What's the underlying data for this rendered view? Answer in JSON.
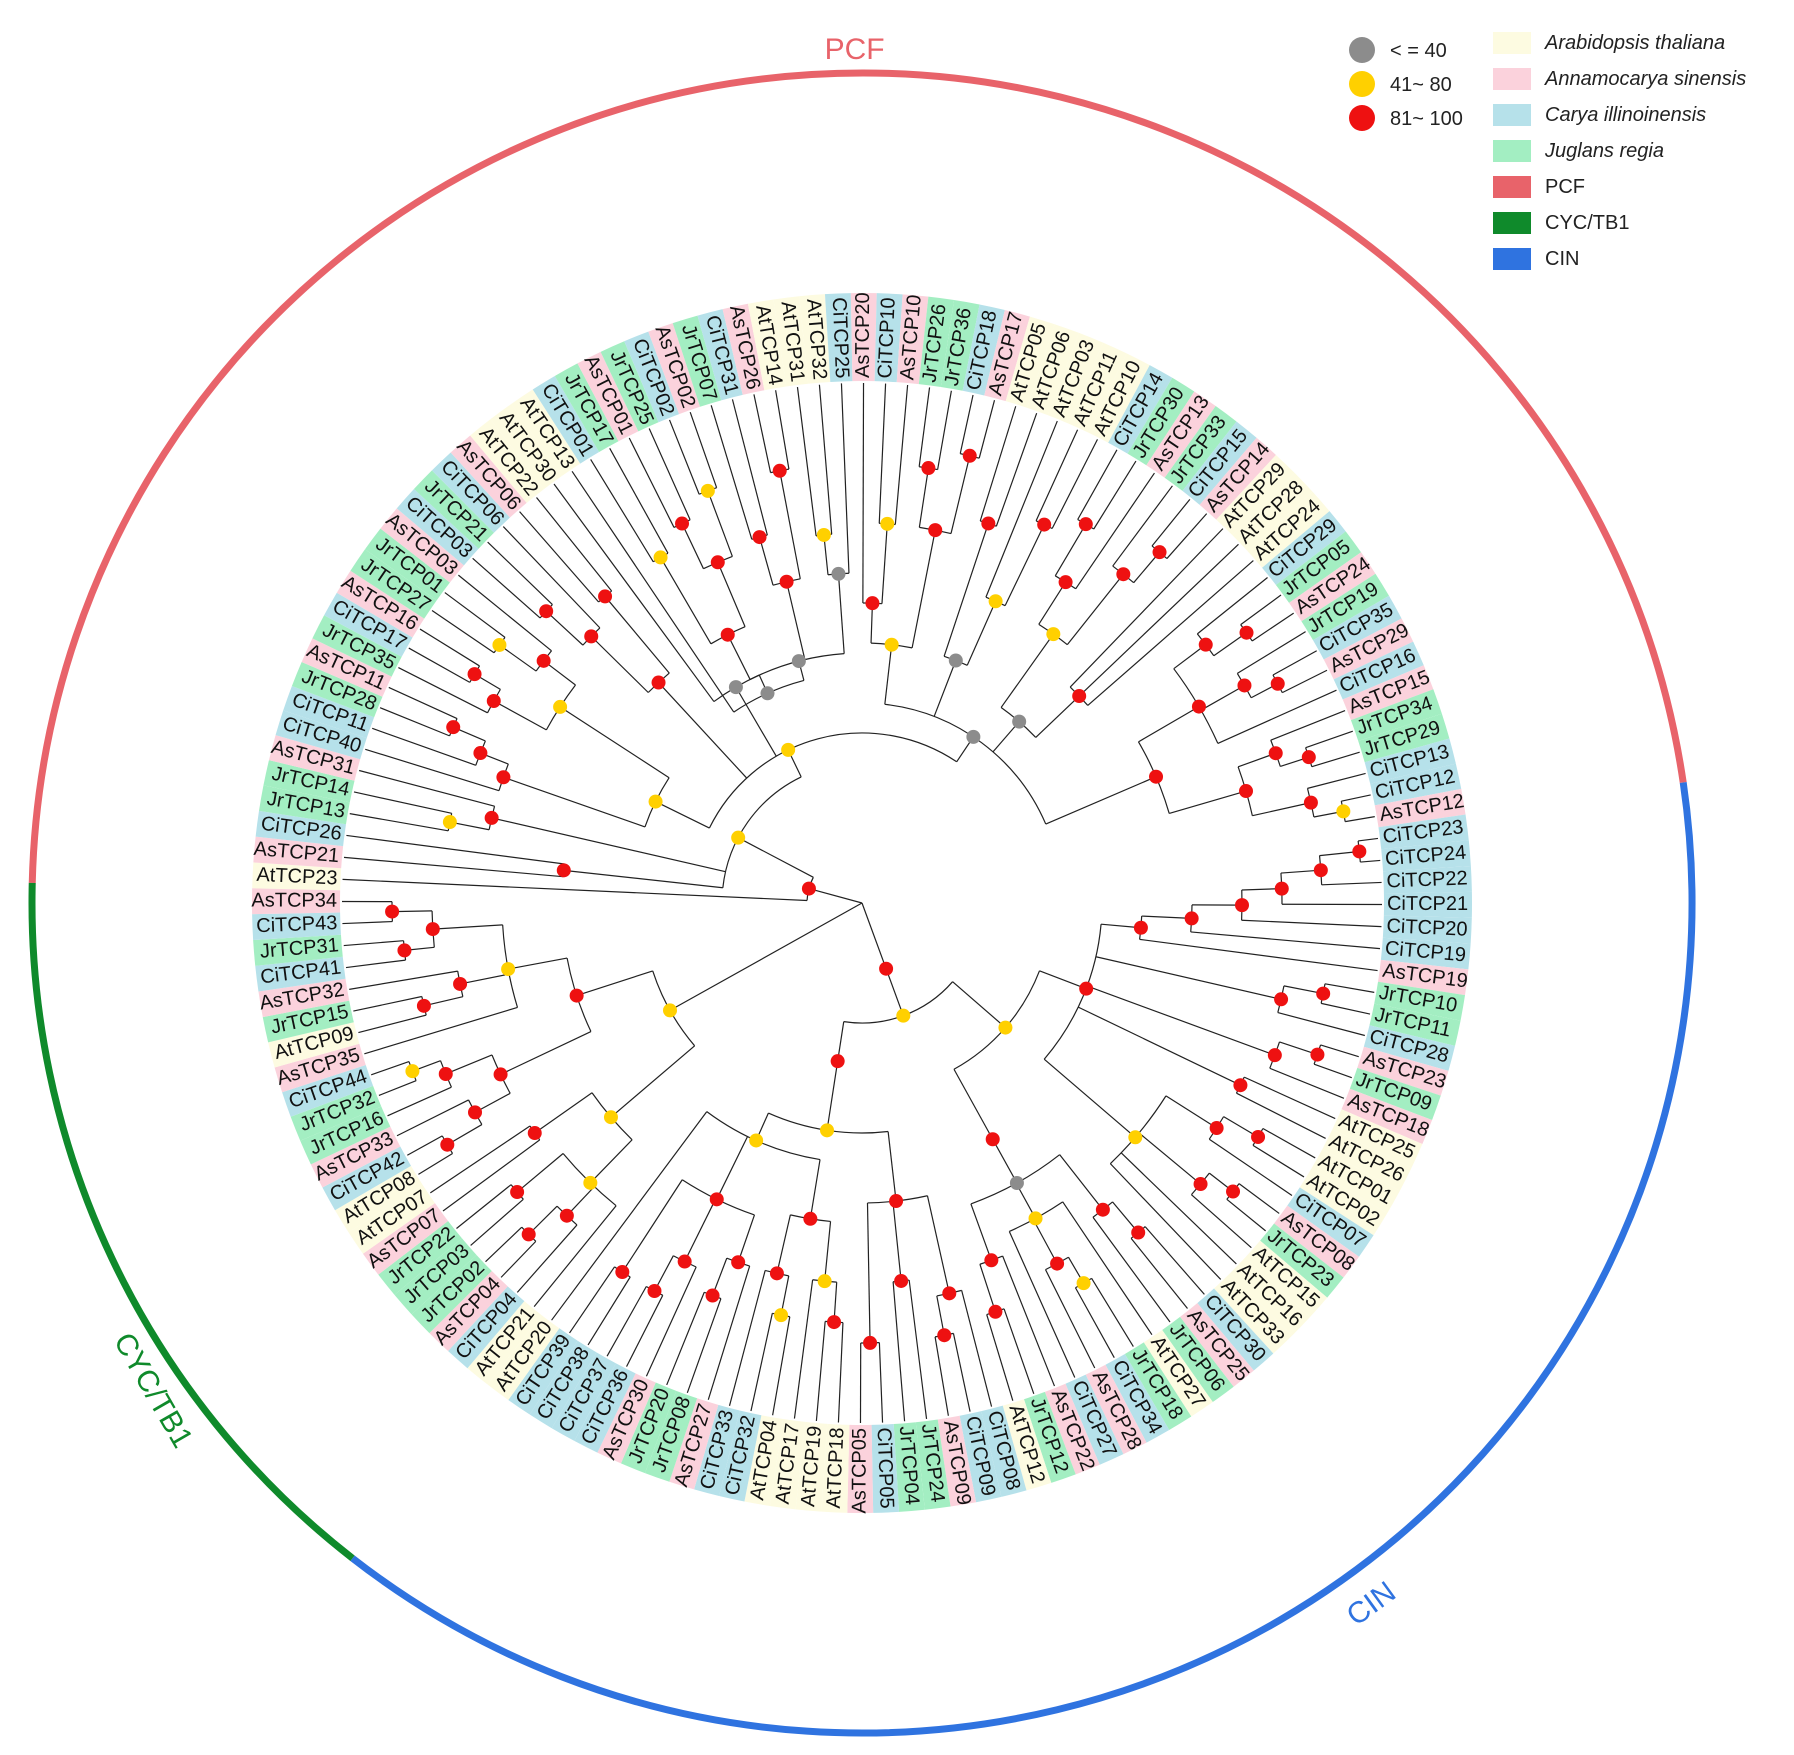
{
  "bootstrap_legend": [
    {
      "label": "< = 40",
      "color": "#8c8c8c"
    },
    {
      "label": "41~ 80",
      "color": "#ffd000"
    },
    {
      "label": "81~ 100",
      "color": "#ee1111"
    }
  ],
  "species_legend": [
    {
      "key": "At",
      "label": "Arabidopsis thaliana",
      "color": "#fdfbe1",
      "italic": true
    },
    {
      "key": "As",
      "label": "Annamocarya sinensis",
      "color": "#fbd2dc",
      "italic": true
    },
    {
      "key": "Ci",
      "label": "Carya illinoinensis",
      "color": "#b6e1ea",
      "italic": true
    },
    {
      "key": "Jr",
      "label": "Juglans regia",
      "color": "#a3eec2",
      "italic": true
    }
  ],
  "group_legend": [
    {
      "key": "PCF",
      "label": "PCF",
      "color": "#e8636a"
    },
    {
      "key": "CYC",
      "label": "CYC/TB1",
      "color": "#0f8a2b"
    },
    {
      "key": "CIN",
      "label": "CIN",
      "color": "#2f73e0"
    }
  ],
  "groups": [
    {
      "label": "PCF",
      "color": "#e8636a"
    },
    {
      "label": "CYC/TB1",
      "color": "#0f8a2b"
    },
    {
      "label": "CIN",
      "color": "#2f73e0"
    }
  ],
  "leaves": [
    "AtTCP23",
    "AsTCP21",
    "CiTCP26",
    "JrTCP13",
    "JrTCP14",
    "AsTCP31",
    "CiTCP40",
    "CiTCP11",
    "JrTCP28",
    "AsTCP11",
    "JrTCP35",
    "CiTCP17",
    "AsTCP16",
    "JrTCP27",
    "JrTCP01",
    "AsTCP03",
    "CiTCP03",
    "JrTCP21",
    "CiTCP06",
    "AsTCP06",
    "AtTCP22",
    "AtTCP30",
    "AtTCP13",
    "CiTCP01",
    "JrTCP17",
    "AsTCP01",
    "JrTCP25",
    "CiTCP02",
    "AsTCP02",
    "JrTCP07",
    "CiTCP31",
    "AsTCP26",
    "AtTCP14",
    "AtTCP31",
    "AtTCP32",
    "CiTCP25",
    "AsTCP20",
    "CiTCP10",
    "AsTCP10",
    "JrTCP26",
    "JrTCP36",
    "CiTCP18",
    "AsTCP17",
    "AtTCP05",
    "AtTCP06",
    "AtTCP03",
    "AtTCP11",
    "AtTCP10",
    "CiTCP14",
    "JrTCP30",
    "AsTCP13",
    "JrTCP33",
    "CiTCP15",
    "AsTCP14",
    "AtTCP29",
    "AtTCP28",
    "AtTCP24",
    "CiTCP29",
    "JrTCP05",
    "AsTCP24",
    "JrTCP19",
    "CiTCP35",
    "AsTCP29",
    "CiTCP16",
    "AsTCP15",
    "JrTCP34",
    "JrTCP29",
    "CiTCP13",
    "CiTCP12",
    "AsTCP12",
    "CiTCP23",
    "CiTCP24",
    "CiTCP22",
    "CiTCP21",
    "CiTCP20",
    "CiTCP19",
    "AsTCP19",
    "JrTCP10",
    "JrTCP11",
    "CiTCP28",
    "AsTCP23",
    "JrTCP09",
    "AsTCP18",
    "AtTCP25",
    "AtTCP26",
    "AtTCP01",
    "AtTCP02",
    "CiTCP07",
    "AsTCP08",
    "JrTCP23",
    "AtTCP15",
    "AtTCP16",
    "AtTCP33",
    "CiTCP30",
    "AsTCP25",
    "JrTCP06",
    "AtTCP27",
    "JrTCP18",
    "CiTCP34",
    "AsTCP28",
    "CiTCP27",
    "AsTCP22",
    "JrTCP12",
    "AtTCP12",
    "CiTCP08",
    "CiTCP09",
    "AsTCP09",
    "JrTCP24",
    "JrTCP04",
    "CiTCP05",
    "AsTCP05",
    "AtTCP18",
    "AtTCP19",
    "AtTCP17",
    "AtTCP04",
    "CiTCP32",
    "CiTCP33",
    "AsTCP27",
    "JrTCP08",
    "JrTCP20",
    "AsTCP30",
    "CiTCP36",
    "CiTCP37",
    "CiTCP38",
    "CiTCP39",
    "AtTCP20",
    "AtTCP21",
    "CiTCP04",
    "AsTCP04",
    "JrTCP02",
    "JrTCP03",
    "JrTCP22",
    "AsTCP07",
    "AtTCP07",
    "AtTCP08",
    "CiTCP42",
    "AsTCP33",
    "JrTCP16",
    "JrTCP32",
    "CiTCP44",
    "AsTCP35",
    "AtTCP09",
    "JrTCP15",
    "AsTCP32",
    "CiTCP41",
    "JrTCP31",
    "CiTCP43",
    "AsTCP34"
  ]
}
